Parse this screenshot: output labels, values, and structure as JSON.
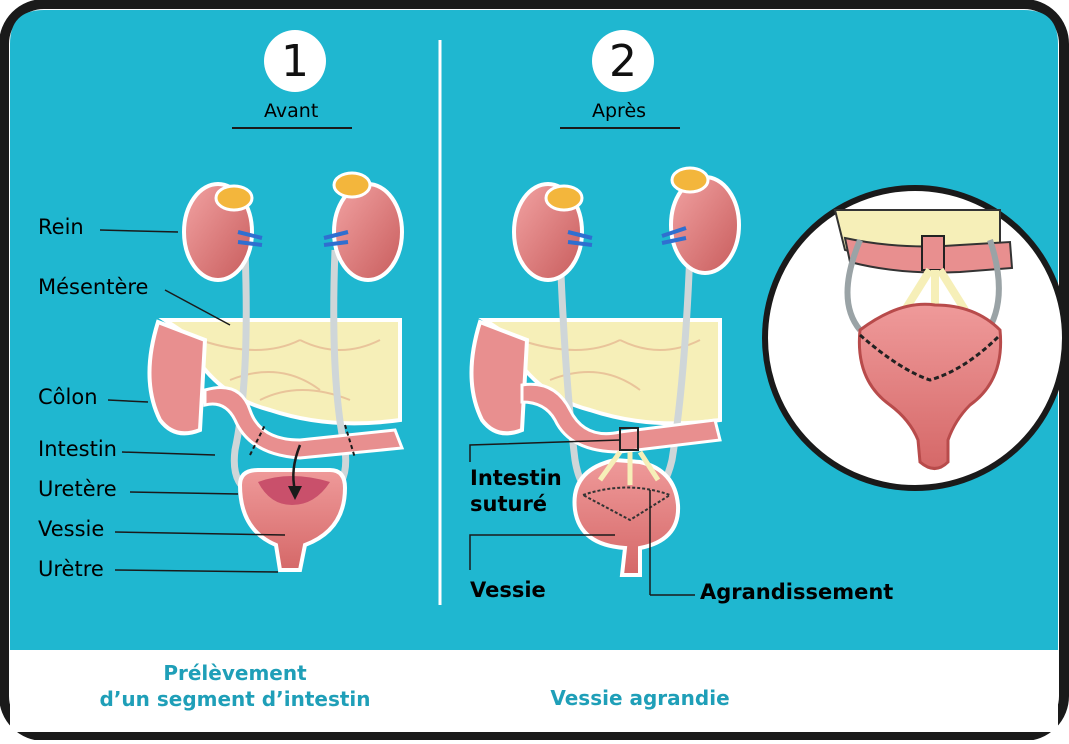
{
  "left_panel": {
    "step": "1",
    "heading": "Avant",
    "labels": {
      "rein": "Rein",
      "mesentere": "Mésentère",
      "colon": "Côlon",
      "intestin": "Intestin",
      "uretere": "Uretère",
      "vessie": "Vessie",
      "uretre": "Urètre"
    },
    "caption_line1": "Prélèvement",
    "caption_line2": "d’un segment d’intestin"
  },
  "right_panel": {
    "step": "2",
    "heading": "Après",
    "labels": {
      "intestin_suture_line1": "Intestin",
      "intestin_suture_line2": "suturé",
      "vessie": "Vessie",
      "agrandissement": "Agrandissement"
    },
    "caption": "Vessie agrandie"
  },
  "colors": {
    "background_blue": "#1fb7d0",
    "caption_teal": "#1f9fb8",
    "mesentery": "#f6efb8",
    "organ_pink": "#e07a7a",
    "organ_dark": "#b84b4b"
  }
}
